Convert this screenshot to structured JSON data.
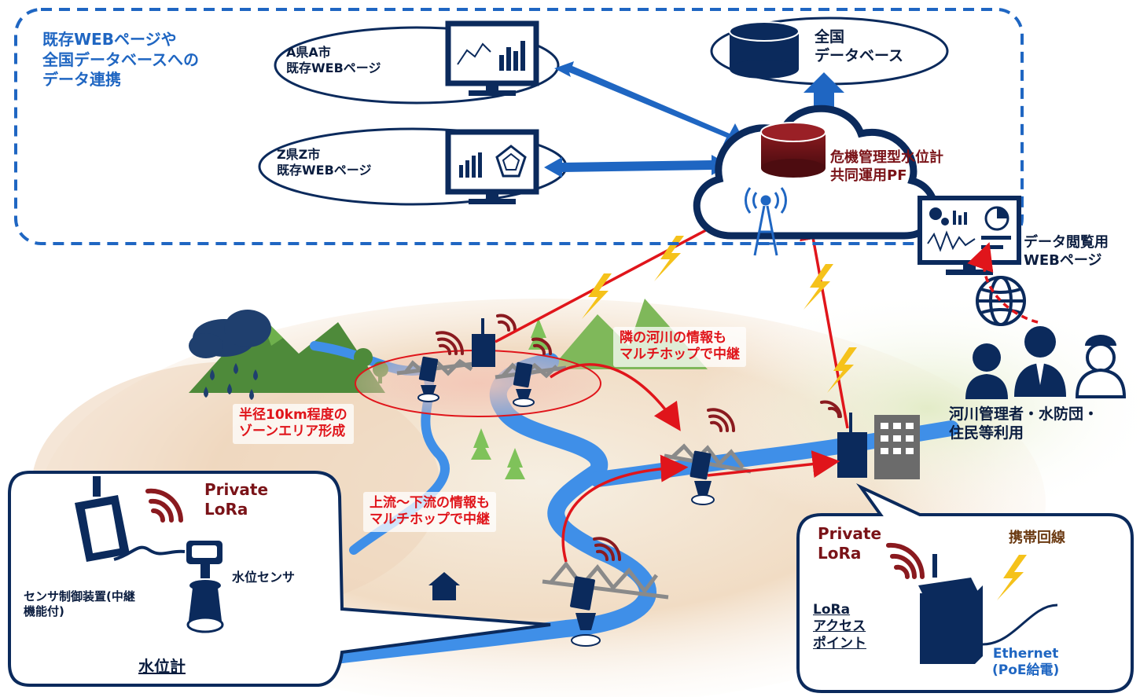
{
  "top_section": {
    "title_lines": [
      "既存WEBページや",
      "全国データベースへの",
      "データ連携"
    ],
    "site_a": [
      "A県A市",
      "既存WEBページ"
    ],
    "site_z": [
      "Z県Z市",
      "既存WEBページ"
    ],
    "national_db": [
      "全国",
      "データベース"
    ]
  },
  "platform": [
    "危機管理型水位計",
    "共同運用PF"
  ],
  "viewer": [
    "データ閲覧用",
    "WEBページ"
  ],
  "users": [
    "河川管理者・水防団・",
    "住民等利用"
  ],
  "callouts": {
    "zone": [
      "半径10km程度の",
      "ゾーンエリア形成"
    ],
    "neighbor": [
      "隣の河川の情報も",
      "マルチホップで中継"
    ],
    "upstream": [
      "上流～下流の情報も",
      "マルチホップで中継"
    ]
  },
  "sensor_box": {
    "lora": [
      "Private",
      "LoRa"
    ],
    "sensor_label": "水位センサ",
    "controller": [
      "センサ制御装置(中継",
      "機能付)"
    ],
    "title": "水位計"
  },
  "ap_box": {
    "lora": [
      "Private",
      "LoRa"
    ],
    "mobile": "携帯回線",
    "ap_label": [
      "LoRa",
      "アクセス",
      "ポイント"
    ],
    "ethernet": [
      "Ethernet",
      "(PoE給電)"
    ]
  },
  "colors": {
    "navy": "#0b2a5c",
    "blue": "#1f66c2",
    "river": "#3f8fe8",
    "red": "#e0151b",
    "maroon": "#7a1318",
    "yellow": "#f5c21b",
    "green": "#5e9c3a"
  }
}
